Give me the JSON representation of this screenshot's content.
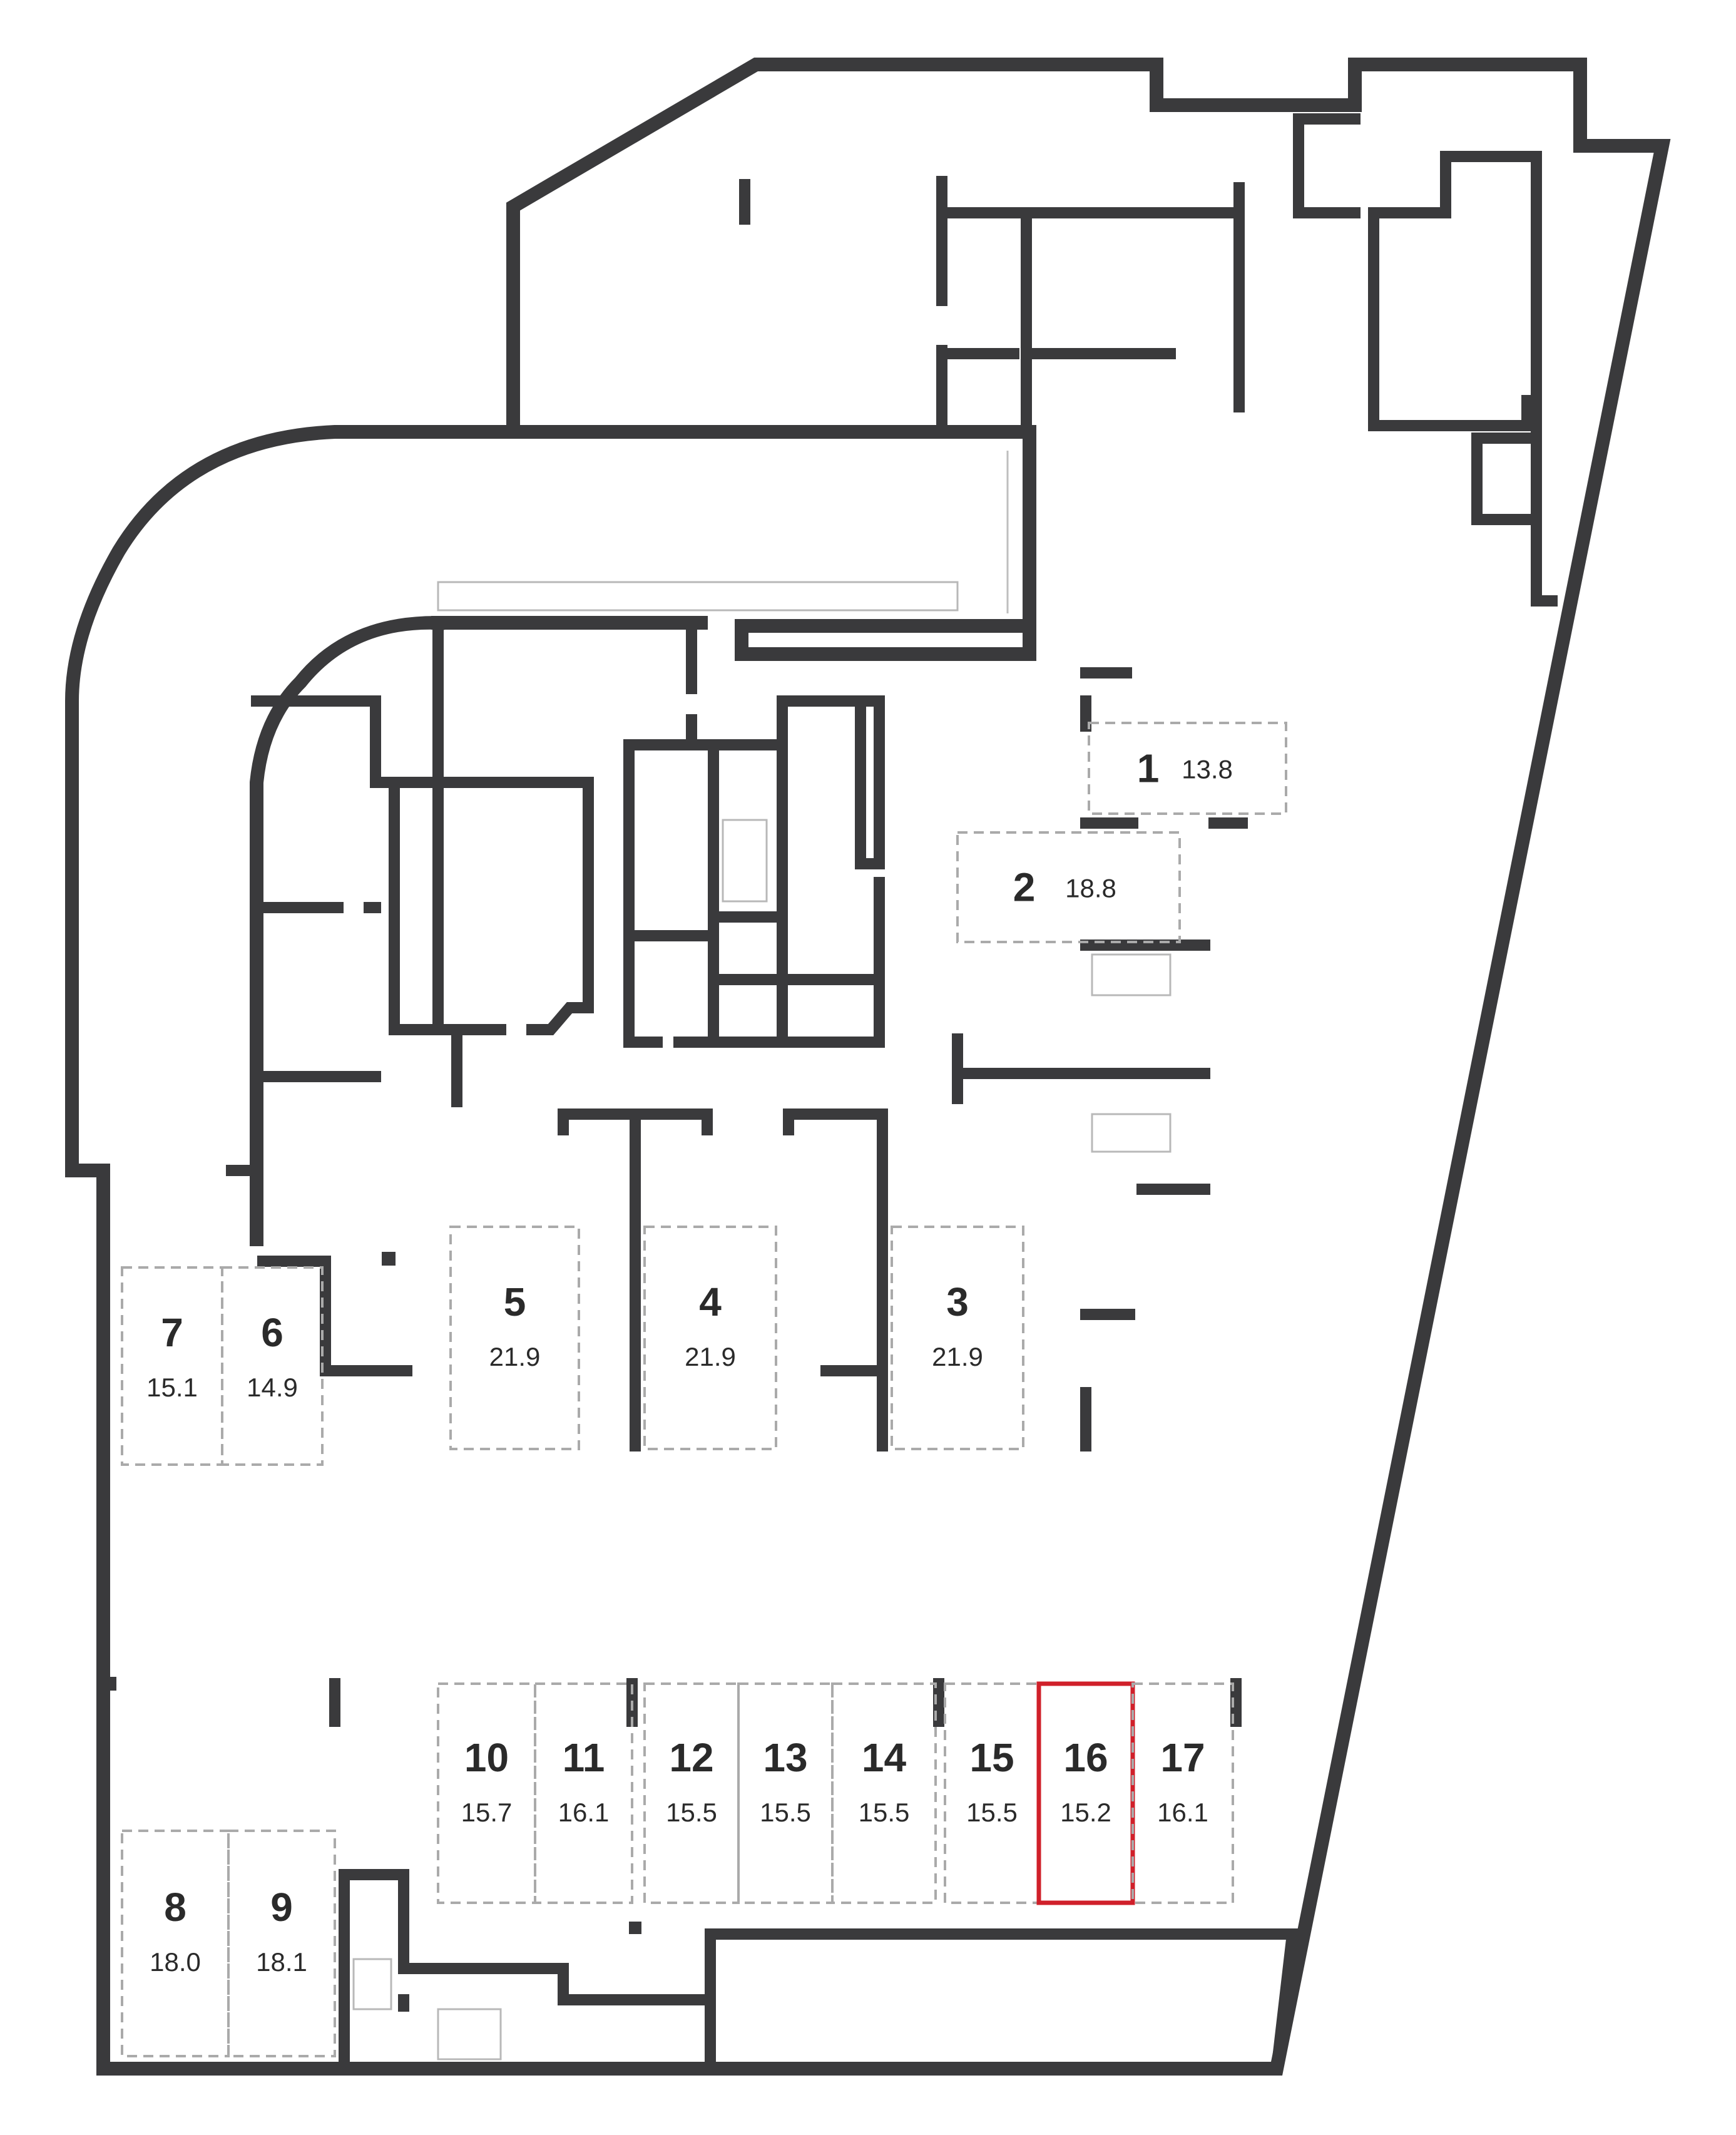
{
  "floor_plan": {
    "parking_spots": [
      {
        "number": "1",
        "area": "13.8"
      },
      {
        "number": "2",
        "area": "18.8"
      },
      {
        "number": "3",
        "area": "21.9"
      },
      {
        "number": "4",
        "area": "21.9"
      },
      {
        "number": "5",
        "area": "21.9"
      },
      {
        "number": "6",
        "area": "14.9"
      },
      {
        "number": "7",
        "area": "15.1"
      },
      {
        "number": "8",
        "area": "18.0"
      },
      {
        "number": "9",
        "area": "18.1"
      },
      {
        "number": "10",
        "area": "15.7"
      },
      {
        "number": "11",
        "area": "16.1"
      },
      {
        "number": "12",
        "area": "15.5"
      },
      {
        "number": "13",
        "area": "15.5"
      },
      {
        "number": "14",
        "area": "15.5"
      },
      {
        "number": "15",
        "area": "15.5"
      },
      {
        "number": "16",
        "area": "15.2"
      },
      {
        "number": "17",
        "area": "16.1"
      }
    ],
    "selected_spot": "16",
    "colors": {
      "wall": "#3a3a3c",
      "selected": "#d0202a",
      "spot_outline": "#aaaaaa"
    }
  }
}
